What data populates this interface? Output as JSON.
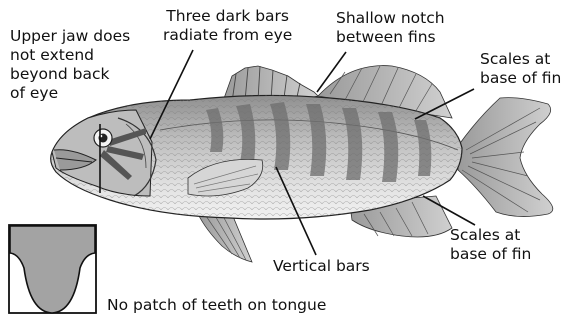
{
  "labels": {
    "upper_jaw": [
      "Upper jaw does",
      "not extend",
      "beyond back",
      "of eye"
    ],
    "three_bars": [
      "Three dark bars",
      "radiate from eye"
    ],
    "shallow_notch": [
      "Shallow notch",
      "between fins"
    ],
    "scales_top": [
      "Scales at",
      "base of fin"
    ],
    "scales_bottom": [
      "Scales at",
      "base of fin"
    ],
    "vertical_bars": "Vertical bars",
    "tongue": "No patch of teeth on tongue"
  },
  "colors": {
    "body_light": "#e6e6e6",
    "body_mid": "#bdbdbd",
    "bar_dark": "#6e6e6e",
    "tongue_fill": "#a3a3a3",
    "outline": "#222222"
  }
}
